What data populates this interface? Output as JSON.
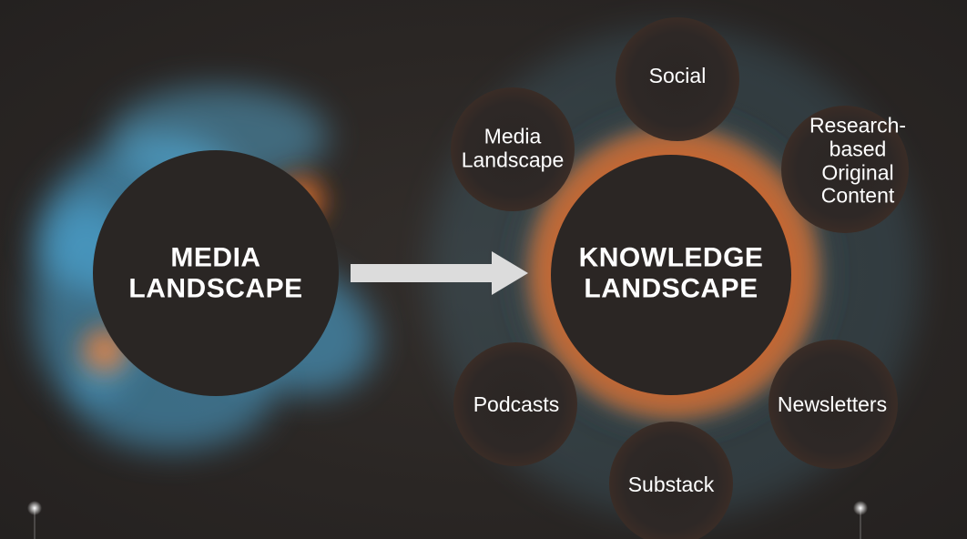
{
  "diagram": {
    "source": {
      "label": "MEDIA\nLANDSCAPE"
    },
    "target": {
      "label": "KNOWLEDGE\nLANDSCAPE"
    },
    "nodes": [
      {
        "id": "social",
        "label": "Social"
      },
      {
        "id": "media-landscape",
        "label": "Media\nLandscape"
      },
      {
        "id": "research",
        "label": "Research-based\nOriginal Content"
      },
      {
        "id": "podcasts",
        "label": "Podcasts"
      },
      {
        "id": "newsletters",
        "label": "Newsletters"
      },
      {
        "id": "substack",
        "label": "Substack"
      }
    ]
  },
  "colors": {
    "background": "#2a2624",
    "circle": "#2b2725",
    "blue_glow": "#4fb3e6",
    "orange_glow": "#ff7a28",
    "arrow": "#dcdcdc",
    "text": "#ffffff"
  }
}
